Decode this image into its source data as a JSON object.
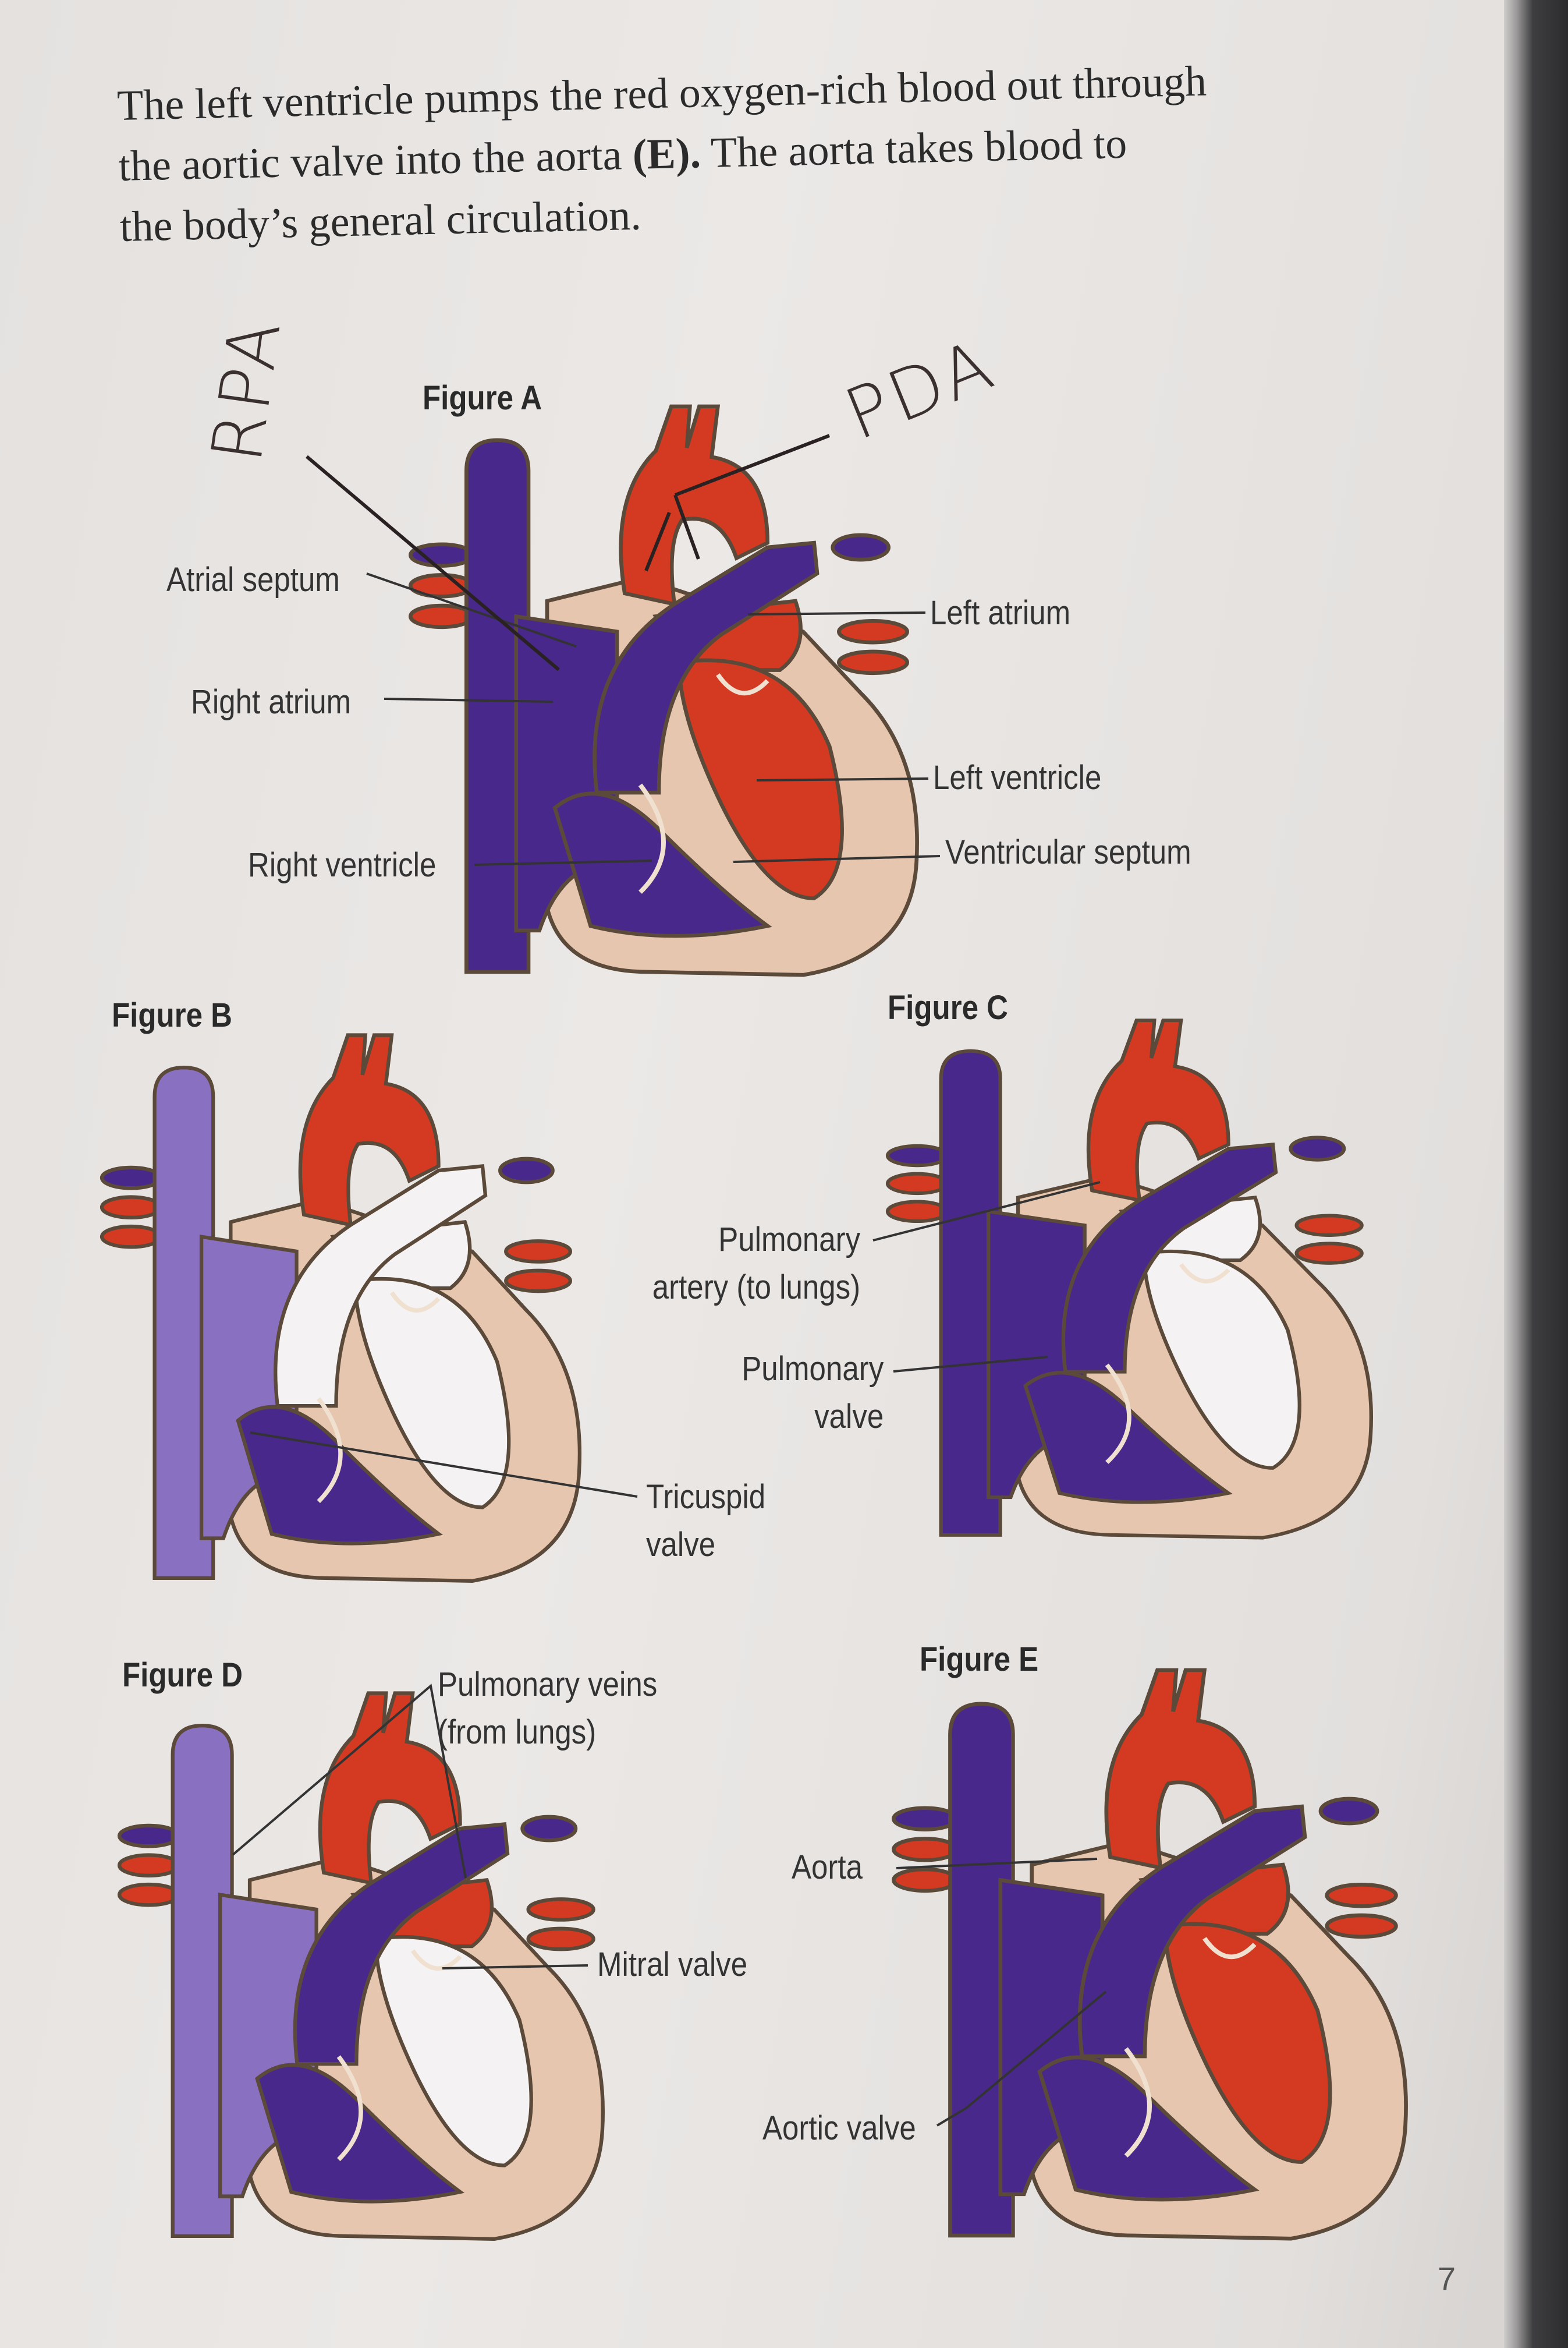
{
  "paragraph": {
    "line1": "The left ventricle pumps the red oxygen-rich blood out through",
    "line2_a": "the aortic valve into the aorta ",
    "line2_b": "(E).",
    "line2_c": " The aorta takes blood to",
    "line3": "the body’s general circulation."
  },
  "handwriting": {
    "left_note": "RPA",
    "right_note": "PDA"
  },
  "figures": {
    "a": {
      "title": "Figure A",
      "labels": {
        "atrial_septum": "Atrial septum",
        "right_atrium": "Right atrium",
        "right_ventricle": "Right ventricle",
        "left_atrium": "Left atrium",
        "left_ventricle": "Left ventricle",
        "ventricular_septum": "Ventricular septum"
      }
    },
    "b": {
      "title": "Figure B",
      "labels": {
        "tricuspid_1": "Tricuspid",
        "tricuspid_2": "valve"
      }
    },
    "c": {
      "title": "Figure C",
      "labels": {
        "pulm_artery_1": "Pulmonary",
        "pulm_artery_2": "artery (to lungs)",
        "pulm_valve_1": "Pulmonary",
        "pulm_valve_2": "valve"
      }
    },
    "d": {
      "title": "Figure D",
      "labels": {
        "pulm_veins_1": "Pulmonary veins",
        "pulm_veins_2": "(from lungs)",
        "mitral": "Mitral valve"
      }
    },
    "e": {
      "title": "Figure E",
      "labels": {
        "aorta": "Aorta",
        "aortic_valve": "Aortic valve"
      }
    }
  },
  "colors": {
    "deoxygenated": "#48288a",
    "oxygenated": "#d43a22",
    "tissue": "#e6c6ae"
  },
  "page_number": "7"
}
